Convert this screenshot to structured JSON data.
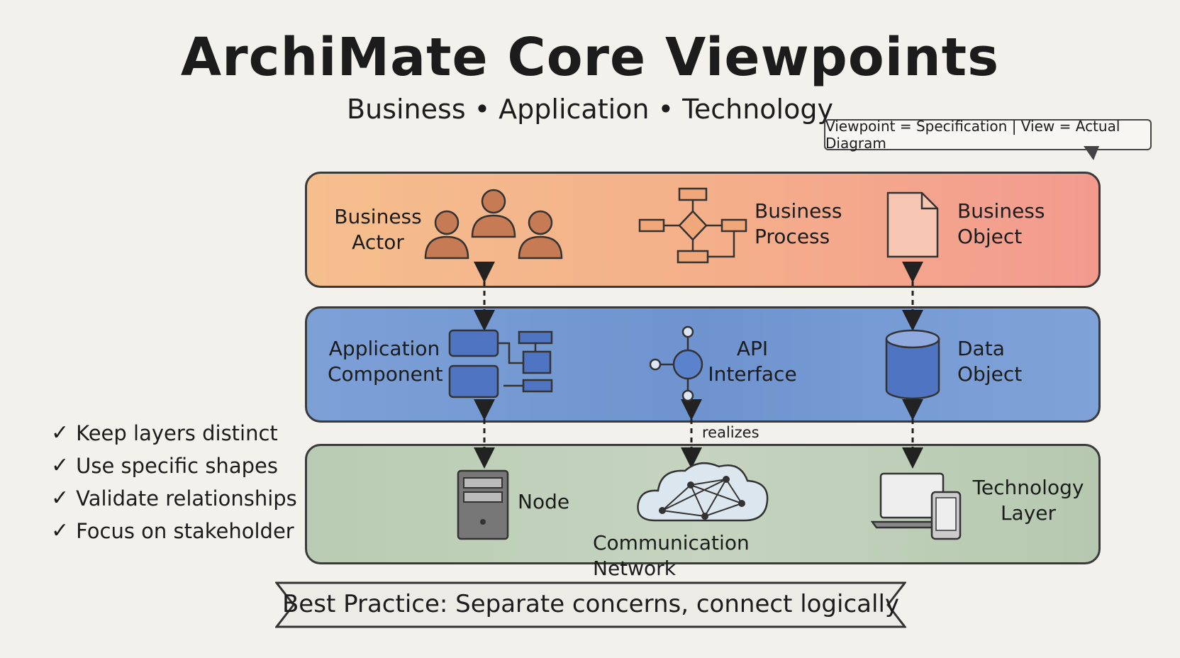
{
  "title": "ArchiMate Core Viewpoints",
  "subtitle": "Business • Application • Technology",
  "callout": "Viewpoint = Specification | View = Actual Diagram",
  "business_layer": {
    "actor": {
      "line1": "Business",
      "line2": "Actor",
      "icon": "people-icon"
    },
    "process": {
      "line1": "Business",
      "line2": "Process",
      "icon": "flowchart-icon"
    },
    "object": {
      "line1": "Business",
      "line2": "Object",
      "icon": "document-icon"
    }
  },
  "application_layer": {
    "component": {
      "line1": "Application",
      "line2": "Component",
      "icon": "component-icon"
    },
    "interface": {
      "line1": "API",
      "line2": "Interface",
      "icon": "interface-icon"
    },
    "data": {
      "line1": "Data",
      "line2": "Object",
      "icon": "database-icon"
    }
  },
  "technology_layer": {
    "node": {
      "label": "Node",
      "icon": "server-icon"
    },
    "network": {
      "label": "Communication Network",
      "icon": "cloud-network-icon"
    },
    "tech": {
      "line1": "Technology",
      "line2": "Layer",
      "icon": "devices-icon"
    }
  },
  "relation_label": "realizes",
  "checklist": [
    {
      "mark": "✓",
      "text": "Keep layers distinct"
    },
    {
      "mark": "✓",
      "text": "Use specific shapes"
    },
    {
      "mark": "✓",
      "text": "Validate relationships"
    },
    {
      "mark": "✓",
      "text": "Focus on stakeholder"
    }
  ],
  "banner": "Best Practice: Separate concerns, connect logically",
  "colors": {
    "business": "#f4b08a",
    "application": "#6f93cf",
    "technology": "#c5d3bf",
    "ink": "#3a3a3a"
  }
}
